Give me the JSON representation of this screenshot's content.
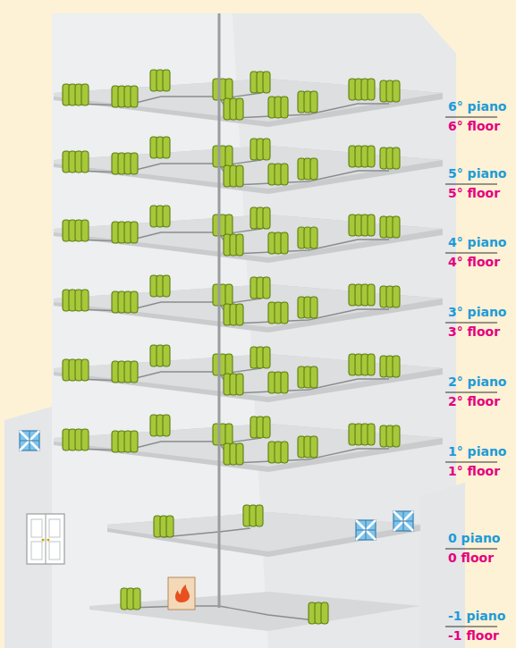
{
  "diagram": {
    "labels": [
      "6° piano",
      "6° floor",
      "5° piano",
      "5° floor",
      "4° piano",
      "4° floor",
      "3° piano",
      "3° floor",
      "2° piano",
      "2° floor",
      "1° piano",
      "1° floor",
      "0 piano",
      "0 floor",
      "-1 piano",
      "-1 floor"
    ]
  }
}
